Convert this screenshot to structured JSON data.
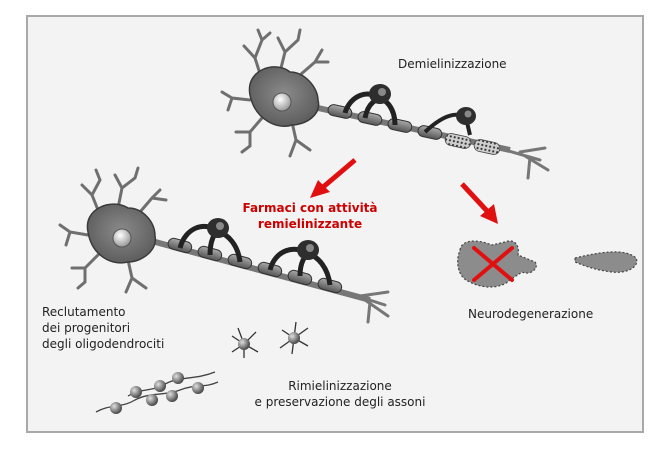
{
  "labels": {
    "demyelination": "Demielinizzazione",
    "drugs_line1": "Farmaci con attività",
    "drugs_line2": "remielinizzante",
    "neurodegeneration": "Neurodegenerazione",
    "recruitment_line1": "Reclutamento",
    "recruitment_line2": "dei progenitori",
    "recruitment_line3": "degli oligodendrociti",
    "remyelination_line1": "Rimielinizzazione",
    "remyelination_line2": "e preservazione degli assoni"
  },
  "colors": {
    "frame_bg": "#f3f3f3",
    "frame_border": "#a9a9a9",
    "cell_fill": "#6f6f6f",
    "arrow": "#e01010",
    "drug_text": "#cc0000"
  },
  "icons": [
    "neuron-top",
    "neuron-left",
    "degenerated-neuron",
    "cross-mark",
    "opc-cells",
    "myelinated-axons"
  ]
}
